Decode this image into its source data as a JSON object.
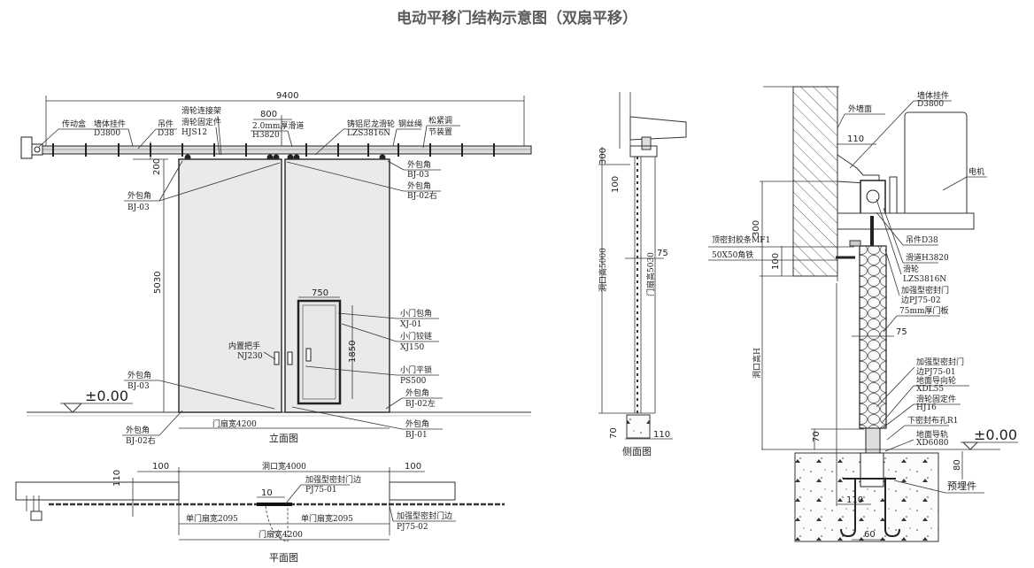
{
  "title": "电动平移门结构示意图（双扇平移）",
  "elevation": {
    "caption": "立面图",
    "dim_total": "9400",
    "dim_800": "800",
    "dim_200": "200",
    "dim_5030": "5030",
    "dim_750": "750",
    "dim_1850": "1850",
    "dim_leaf_width": "门扇宽4200",
    "level": "±0.00",
    "labels": {
      "drive_box": "传动盒",
      "wall_hanger": "墙体挂件",
      "wall_hanger_code": "D3800",
      "hanger": "吊件",
      "hanger_code": "D38",
      "pulley_bracket": "滑轮连接架",
      "pulley_fixer": "滑轮固定件",
      "pulley_code": "HJS12",
      "track": "2.0mm厚滑道",
      "track_code": "H3820",
      "nylon_pulley": "铸铝尼龙滑轮",
      "nylon_pulley_code": "LZS3816N",
      "wire_rope": "钢丝绳",
      "tensioner_1": "松紧调",
      "tensioner_2": "节装置",
      "corner": "外包角",
      "bj03": "BJ-03",
      "bj02r": "BJ-02右",
      "bj02l": "BJ-02左",
      "bj01": "BJ-01",
      "small_corner": "小门包角",
      "xj01": "XJ-01",
      "small_hinge": "小门铰链",
      "xj150": "XJ150",
      "small_lock": "小门平锁",
      "ps500": "PS500",
      "handle": "内置把手",
      "nj230": "NJ230"
    }
  },
  "side": {
    "caption": "侧面图",
    "dim_300": "300",
    "dim_100": "100",
    "dim_opening_h": "洞口高5000",
    "dim_leaf_h": "门扇高5030",
    "dim_75": "75",
    "dim_70": "70",
    "dim_110": "110"
  },
  "section": {
    "wall_hanger": "墙体挂件",
    "wall_hanger_code": "D3800",
    "outer_wall": "外墙面",
    "dim_110": "110",
    "motor": "电机",
    "dim_300": "300",
    "top_seal": "顶密封胶条MF1",
    "angle_iron": "50X50角铁",
    "dim_100": "100",
    "hanger": "吊件D38",
    "track": "滑道H3820",
    "pulley": "滑轮",
    "pulley_code": "LZS3816N",
    "seal_edge_1": "加强型密封门",
    "seal_edge_2": "边PJ75-02",
    "panel": "75mm厚门板",
    "dim_75": "75",
    "opening_h": "洞口高H",
    "seal_edge01_1": "加强型密封门",
    "seal_edge01_2": "边PJ75-01",
    "guide_wheel": "地面导向轮",
    "guide_wheel_code": "XDL55",
    "wheel_fixer": "滑轮固定件",
    "wheel_fixer_code": "HJ16",
    "bottom_seal": "下密封布孔R1",
    "floor_rail": "地面导轨",
    "floor_rail_code": "XD6080",
    "level": "±0.00",
    "dim_70": "70",
    "dim_80": "80",
    "embedded": "预埋件",
    "dim_110b": "110",
    "dim_60": "60"
  },
  "plan": {
    "caption": "平面图",
    "dim_100_l": "100",
    "dim_opening_w": "洞口宽4000",
    "dim_100_r": "100",
    "dim_110": "110",
    "dim_10": "10",
    "seal_01": "加强型密封门边",
    "seal_01_code": "PJ75-01",
    "single_leaf_l": "单门扇宽2095",
    "single_leaf_r": "单门扇宽2095",
    "seal_02": "加强型密封门边",
    "seal_02_code": "PJ75-02",
    "leaf_width": "门扇宽4200"
  }
}
